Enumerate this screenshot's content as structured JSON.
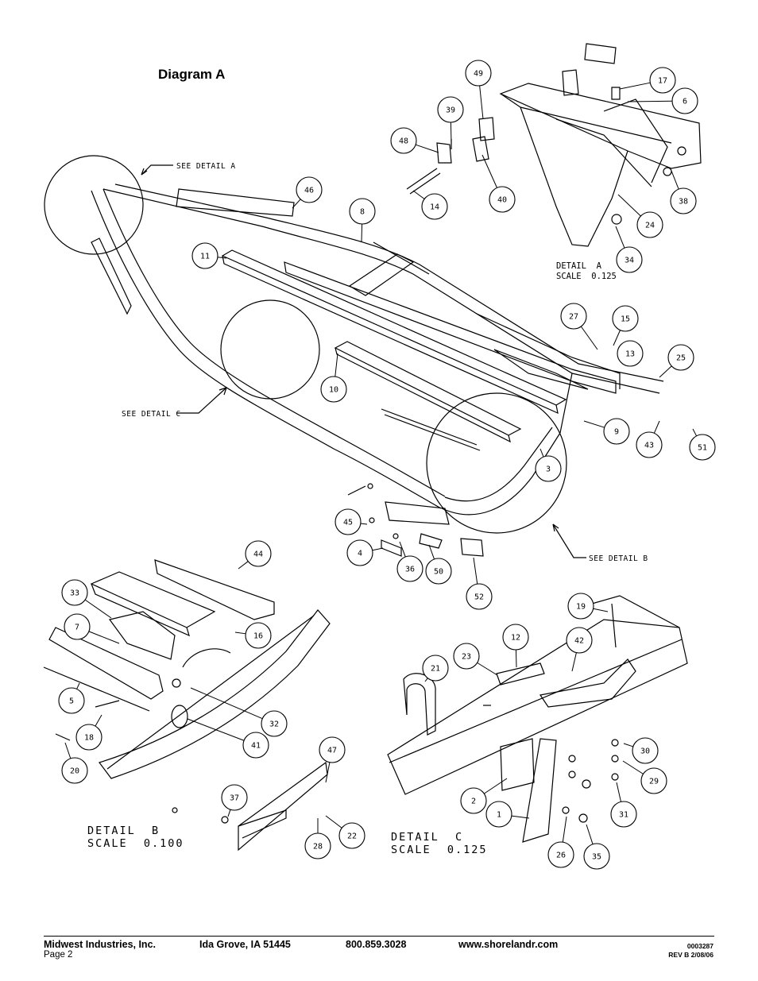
{
  "title": "Diagram A",
  "notes": {
    "see_detail_a": "SEE DETAIL  A",
    "see_detail_b": "SEE DETAIL  B",
    "see_detail_c": "SEE DETAIL  C"
  },
  "details": {
    "a_line1": "DETAIL  A",
    "a_line2": "SCALE  0.125",
    "b_line1": "DETAIL  B",
    "b_line2": "SCALE  0.100",
    "c_line1": "DETAIL  C",
    "c_line2": "SCALE  0.125"
  },
  "callouts": [
    "49",
    "39",
    "17",
    "6",
    "48",
    "14",
    "40",
    "38",
    "24",
    "34",
    "46",
    "8",
    "11",
    "27",
    "15",
    "13",
    "25",
    "10",
    "9",
    "43",
    "51",
    "3",
    "45",
    "4",
    "36",
    "50",
    "52",
    "44",
    "33",
    "16",
    "7",
    "5",
    "32",
    "41",
    "18",
    "20",
    "47",
    "37",
    "22",
    "28",
    "19",
    "12",
    "42",
    "23",
    "21",
    "30",
    "29",
    "2",
    "31",
    "1",
    "26",
    "35"
  ],
  "footer": {
    "company": "Midwest Industries, Inc.",
    "city": "Ida Grove, IA  51445",
    "phone": "800.859.3028",
    "web": "www.shorelandr.com",
    "page": "Page 2",
    "doc_number": "0003287",
    "revision": "REV  B  2/08/06"
  }
}
